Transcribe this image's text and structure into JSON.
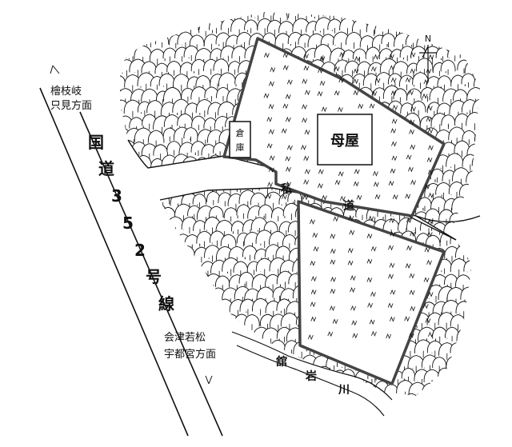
{
  "map": {
    "direction_top": "檜枝岐\n只見方面",
    "direction_top_lines": [
      "檜枝岐",
      "只見方面"
    ],
    "direction_bottom_lines": [
      "会津若松",
      "宇都宮方面"
    ],
    "route_label_chars": [
      "国",
      "道",
      "3",
      "5",
      "2",
      "号",
      "線"
    ],
    "main_building": "母屋",
    "storehouse_chars": [
      "倉",
      "庫"
    ],
    "private_road_chars": [
      "私",
      "道"
    ],
    "river_chars": [
      "舘",
      "岩",
      "川"
    ],
    "north_label": "N"
  },
  "colors": {
    "ink": "#111111",
    "parcel_border": "#444444",
    "background": "#ffffff"
  }
}
